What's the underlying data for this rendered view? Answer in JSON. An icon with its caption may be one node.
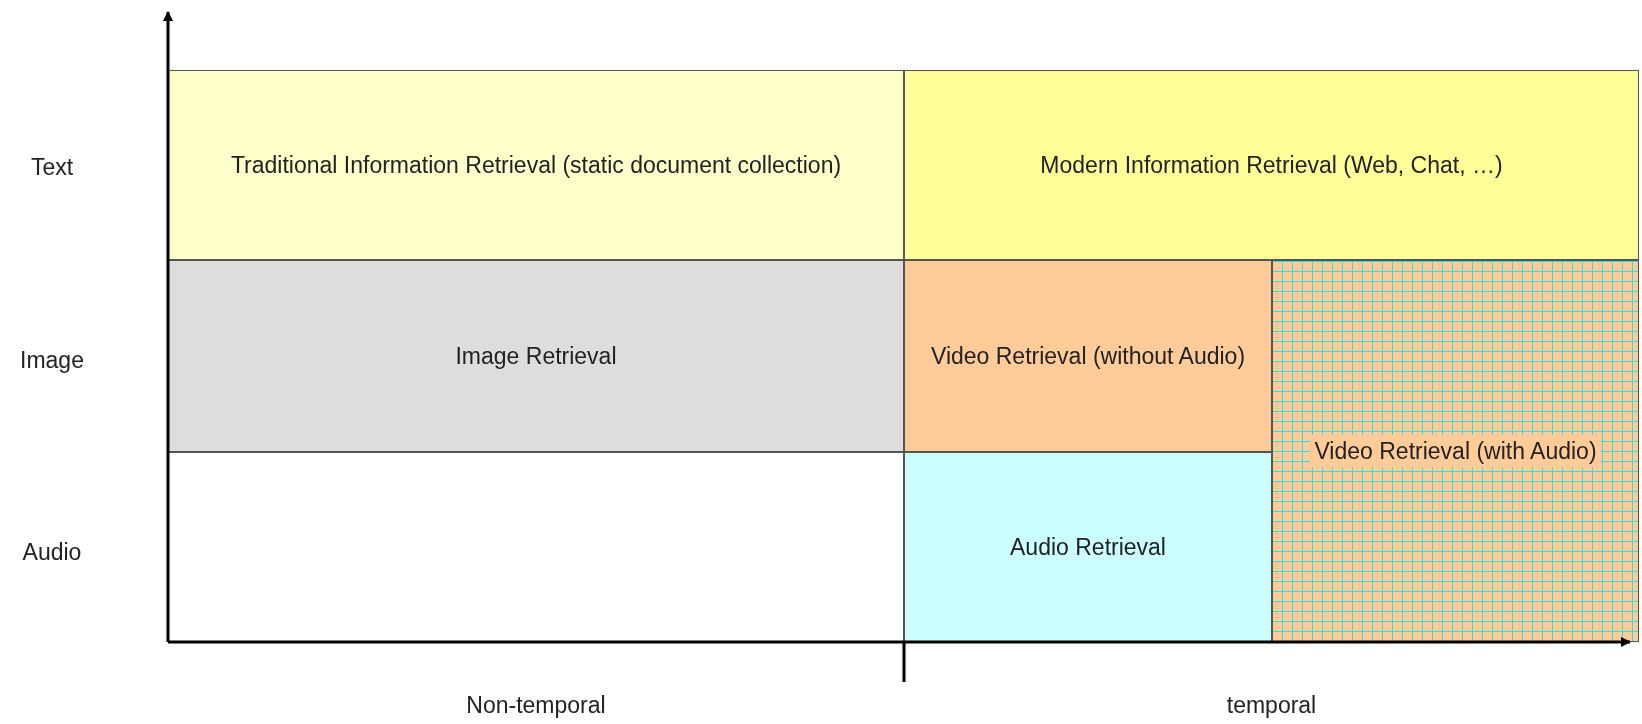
{
  "diagram": {
    "nodes": [
      {
        "text": [
          "Traditional Information Retrieval (static document collection)"
        ]
      },
      {
        "text": [
          "Modern Information Retrieval (Web, Chat, …)"
        ]
      },
      {
        "text": [
          "Image Retrieval"
        ]
      },
      {
        "text": [
          "Video Retrieval (without Audio)"
        ]
      },
      {
        "text": [],
        "shape": "box"
      },
      {
        "text": [
          "Audio Retrieval"
        ]
      },
      {
        "text": [
          "Video Retrieval (with Audio)"
        ]
      }
    ],
    "edges": [],
    "labels": [
      "Text",
      "Image",
      "Audio",
      "Non-temporal",
      "temporal"
    ]
  }
}
